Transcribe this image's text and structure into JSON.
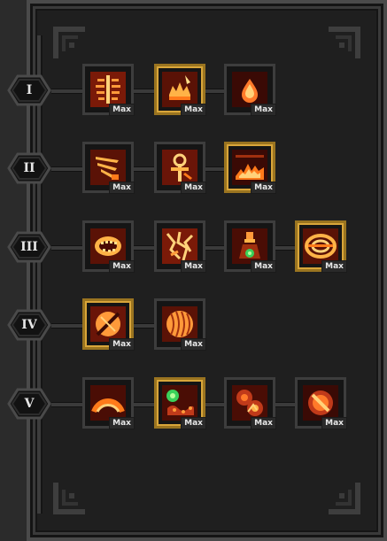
{
  "tiers": [
    {
      "label": "I",
      "skills": [
        {
          "icon": "ribcage-icon",
          "max": "Max",
          "gold": false
        },
        {
          "icon": "flaming-crown-icon",
          "max": "Max",
          "gold": true
        },
        {
          "icon": "blood-drop-icon",
          "max": "Max",
          "gold": false
        }
      ]
    },
    {
      "label": "II",
      "skills": [
        {
          "icon": "claw-slash-icon",
          "max": "Max",
          "gold": false
        },
        {
          "icon": "ankh-icon",
          "max": "Max",
          "gold": false
        },
        {
          "icon": "flame-field-icon",
          "max": "Max",
          "gold": true
        }
      ]
    },
    {
      "label": "III",
      "skills": [
        {
          "icon": "maw-icon",
          "max": "Max",
          "gold": false
        },
        {
          "icon": "cracked-flesh-icon",
          "max": "Max",
          "gold": false
        },
        {
          "icon": "flask-icon",
          "max": "Max",
          "gold": false
        },
        {
          "icon": "ring-portal-icon",
          "max": "Max",
          "gold": true
        }
      ]
    },
    {
      "label": "IV",
      "skills": [
        {
          "icon": "crossed-blade-icon",
          "max": "Max",
          "gold": true
        },
        {
          "icon": "sinew-icon",
          "max": "Max",
          "gold": false
        }
      ]
    },
    {
      "label": "V",
      "skills": [
        {
          "icon": "arc-wave-icon",
          "max": "Max",
          "gold": false
        },
        {
          "icon": "venom-orb-icon",
          "max": "Max",
          "gold": true
        },
        {
          "icon": "twin-orb-icon",
          "max": "Max",
          "gold": false
        },
        {
          "icon": "forbidden-orb-icon",
          "max": "Max",
          "gold": false
        }
      ]
    }
  ]
}
